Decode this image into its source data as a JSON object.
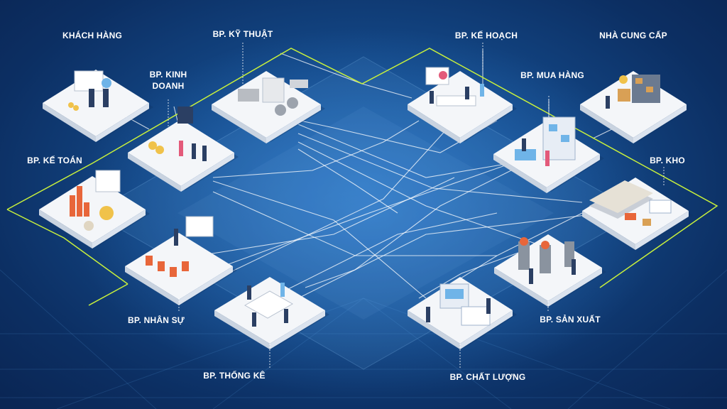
{
  "title": "",
  "colors": {
    "background": "#134786",
    "accent_line": "#c8f03c",
    "connector": "#ffffff",
    "tile": "#f4f6f9"
  },
  "nodes": [
    {
      "id": "khach-hang",
      "label": "KHÁCH HÀNG",
      "icon": "customer-contract-icon"
    },
    {
      "id": "ky-thuat",
      "label": "BP. KỸ THUẬT",
      "icon": "engineering-materials-icon"
    },
    {
      "id": "ke-hoach",
      "label": "BP. KẾ HOẠCH",
      "icon": "planning-meeting-icon"
    },
    {
      "id": "nha-cung-cap",
      "label": "NHÀ CUNG CẤP",
      "icon": "supplier-warehouse-icon"
    },
    {
      "id": "kinh-doanh",
      "label": "BP. KINH DOANH",
      "icon": "sales-team-icon"
    },
    {
      "id": "mua-hang",
      "label": "BP. MUA HÀNG",
      "icon": "purchasing-desk-icon"
    },
    {
      "id": "ke-toan",
      "label": "BP. KẾ TOÁN",
      "icon": "accounting-charts-icon"
    },
    {
      "id": "kho",
      "label": "BP. KHO",
      "icon": "warehouse-truck-icon"
    },
    {
      "id": "nhan-su",
      "label": "BP. NHÂN SỰ",
      "icon": "hr-training-icon"
    },
    {
      "id": "thong-ke",
      "label": "BP. THỐNG KÊ",
      "icon": "statistics-meeting-icon"
    },
    {
      "id": "chat-luong",
      "label": "BP. CHẤT LƯỢNG",
      "icon": "quality-inspection-icon"
    },
    {
      "id": "san-xuat",
      "label": "BP. SẢN XUẤT",
      "icon": "production-robots-icon"
    }
  ]
}
